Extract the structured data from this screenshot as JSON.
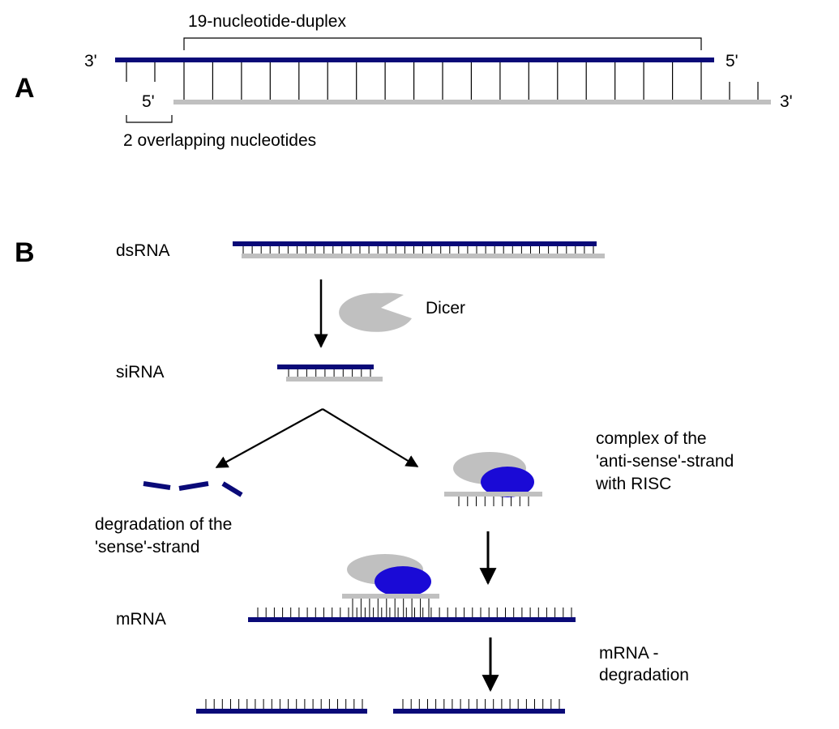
{
  "colors": {
    "sense_strand": "#0a0a78",
    "antisense_strand": "#c0c0c0",
    "risc_gray": "#c0c0c0",
    "risc_blue": "#1a0ad6",
    "dicer": "#c0c0c0",
    "arrow": "#000000"
  },
  "panel_a": {
    "panel_label": "A",
    "top_strand_left_end": "3'",
    "top_strand_right_end": "5'",
    "bottom_strand_left_end": "5'",
    "bottom_strand_right_end": "3'",
    "duplex_label": "19-nucleotide-duplex",
    "overhang_label": "2 overlapping nucleotides",
    "duplex_base_pairs": 19,
    "overhang_nucleotides": 2
  },
  "panel_b": {
    "panel_label": "B",
    "dsrna_label": "dsRNA",
    "dicer_label": "Dicer",
    "sirna_label": "siRNA",
    "degradation_sense_label_line1": "degradation of the",
    "degradation_sense_label_line2": "'sense'-strand",
    "complex_label_line1": "complex of the",
    "complex_label_line2": "'anti-sense'-strand",
    "complex_label_line3": "with RISC",
    "mrna_label": "mRNA",
    "mrna_degradation_line1": "mRNA -",
    "mrna_degradation_line2": "degradation"
  }
}
